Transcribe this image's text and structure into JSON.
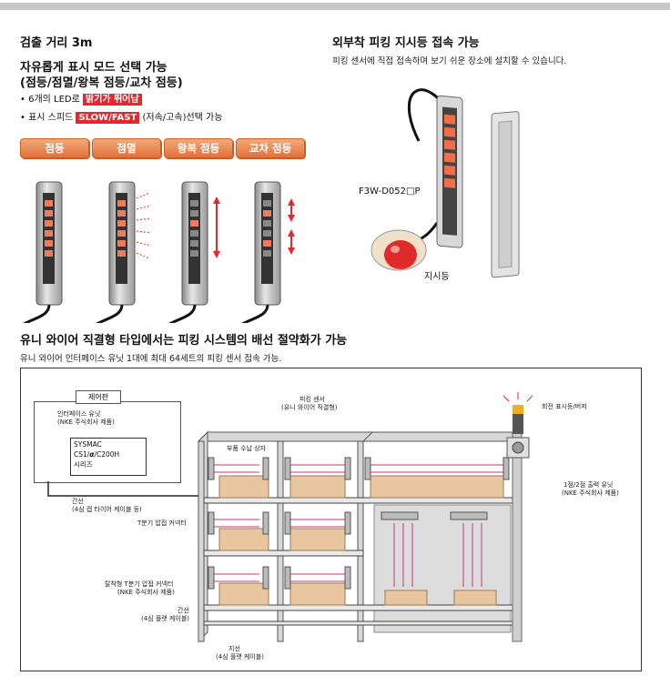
{
  "section1": {
    "title": "검출 거리 3m",
    "subtitle1": "자유롭게 표시 모드 선택 가능",
    "subtitle2": "(점등/점멸/왕복 점등/교차 점등)",
    "bullet1_prefix": "• 6개의 LED로",
    "bullet1_badge": "밝기가 뛰어남",
    "bullet2_prefix": "• 표시 스피드",
    "bullet2_badge": "SLOW/FAST",
    "bullet2_suffix": "(저속/고속)선택 가능",
    "modes": [
      "점등",
      "점멸",
      "왕복 점등",
      "교차 점등"
    ]
  },
  "section2": {
    "title": "외부착 피킹 지시등 접속 가능",
    "desc": "피킹 센서에 직접 접속하며 보기 쉬운 장소에 설치할 수 있습니다.",
    "model_label": "F3W-D052□P",
    "lamp_label": "지시등"
  },
  "section3": {
    "title": "유니 와이어 직결형 타입에서는 피킹 시스템의 배선 절약화가 가능",
    "desc": "유니 와이어 인터페이스 유닛 1대에 최대 64세트의 피킹 센서 접속 가능."
  },
  "diagram": {
    "control_panel": "제어판",
    "interface_unit": "인터페이스 유닛",
    "interface_maker": "(NKE 주식회사 제품)",
    "plc_line1": "SYSMAC",
    "plc_line2": "CS1/",
    "plc_alpha": "α",
    "plc_line2b": "/C200H",
    "plc_line3": "시리즈",
    "picking_sensor": "피킹 센서",
    "picking_sensor_sub": "(유니 와이어 직결형)",
    "parts_box": "부품 수납 상자",
    "rotary_lamp": "회전 표시등/버저",
    "trunk_line": "간선",
    "trunk_cable": "(4심 캡 타이어 케이블 등)",
    "t_connector": "T분기 압접 커넥터",
    "removable_connector": "탈착형 T분기 압접 커넥터",
    "removable_maker": "(NKE 주식회사 제품)",
    "trunk2": "간선",
    "trunk2_cable": "(4심 플랫 케이블)",
    "branch": "지선",
    "branch_cable": "(4심 플랫 케이블)",
    "output_unit": "1점/2점 출력 유닛",
    "output_maker": "(NKE 주식회사 제품)"
  }
}
